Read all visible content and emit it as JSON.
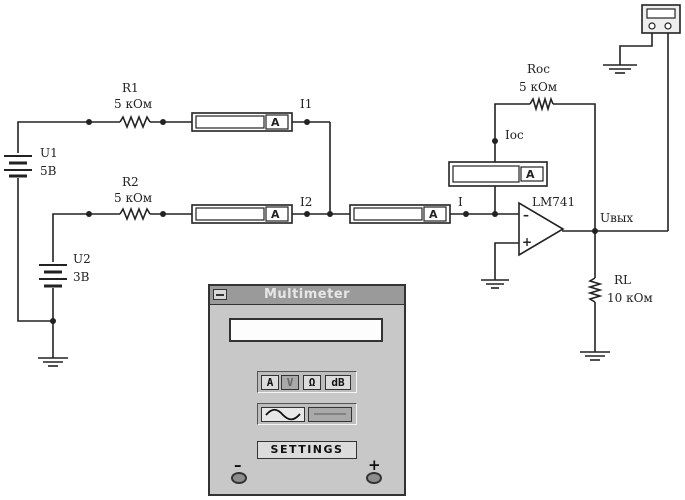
{
  "circuit": {
    "sources": [
      {
        "name": "U1",
        "value": "5В"
      },
      {
        "name": "U2",
        "value": "3В"
      }
    ],
    "resistors": [
      {
        "name": "R1",
        "value": "5 кОм"
      },
      {
        "name": "R2",
        "value": "5 кОм"
      },
      {
        "name": "Roc",
        "value": "5 кОм"
      },
      {
        "name": "RL",
        "value": "10 кОм"
      }
    ],
    "ammeter_letter": "A",
    "currents": {
      "i1": "I1",
      "i2": "I2",
      "i": "I",
      "ioc": "Ioc"
    },
    "opamp": {
      "name": "LM741",
      "minus": "–",
      "plus": "+"
    },
    "output_label": "Uвых"
  },
  "multimeter": {
    "title": "Multimeter",
    "display_value": "",
    "modes": [
      "A",
      "V",
      "Ω",
      "dB"
    ],
    "active_mode": "V",
    "waveforms": [
      "ac-wave-icon",
      "dc-line-icon"
    ],
    "settings_label": "SETTINGS",
    "terminal_minus": "–",
    "terminal_plus": "+"
  }
}
